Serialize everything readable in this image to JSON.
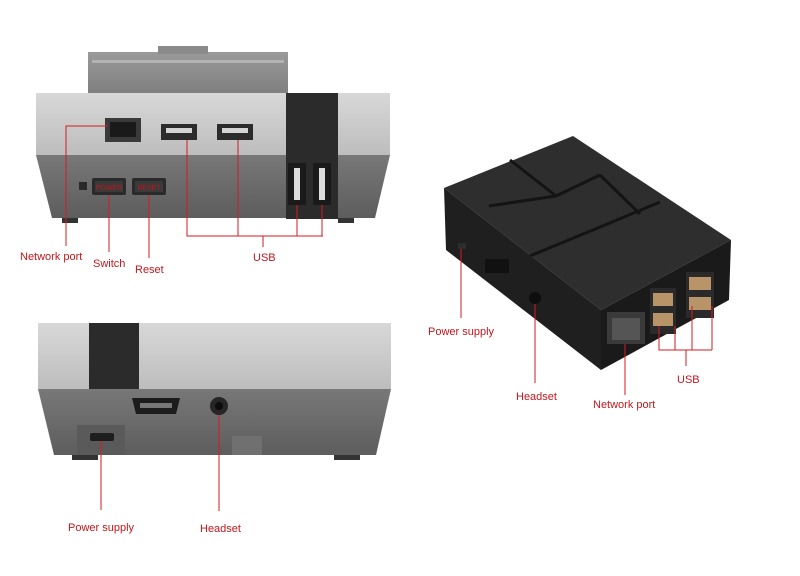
{
  "labels": {
    "network_port_top": "Network port",
    "switch": "Switch",
    "reset": "Reset",
    "usb_top": "USB",
    "power_supply_bottom": "Power supply",
    "headset_bottom": "Headset",
    "power_supply_right": "Power supply",
    "headset_right": "Headset",
    "network_port_right": "Network port",
    "usb_right": "USB"
  },
  "button_text": {
    "power": "POWER",
    "reset": "RESET"
  },
  "colors": {
    "label_red": "#c0171d",
    "console_light_grey": "#c9c9c9",
    "console_dark_grey": "#6a6a6a",
    "case_black": "#222222"
  }
}
